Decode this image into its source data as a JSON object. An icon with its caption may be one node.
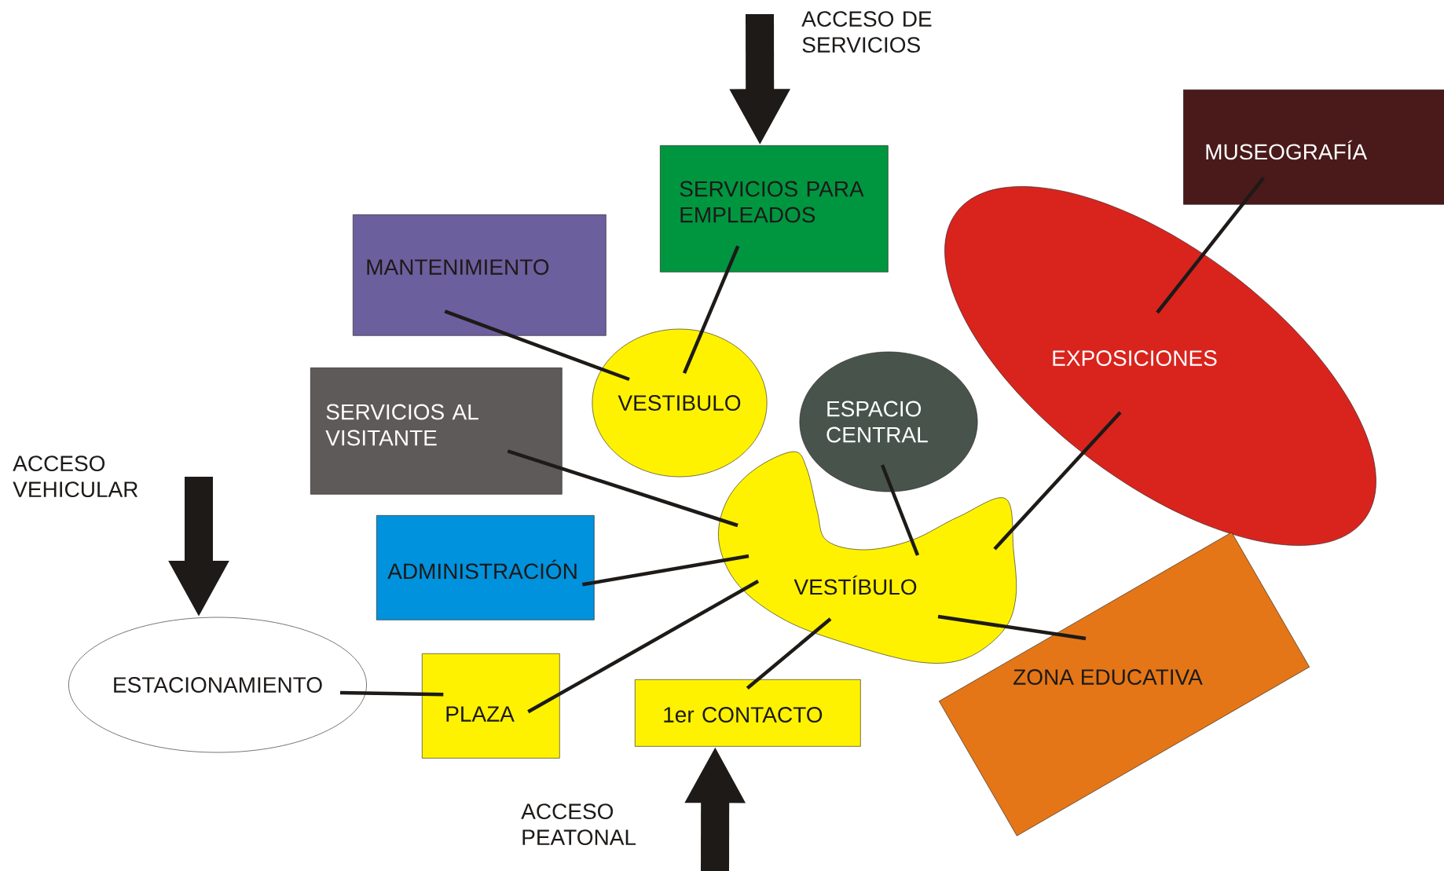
{
  "diagram": {
    "nodes": [
      {
        "text": [
          "SERVICIOS PARA EMPLEADOS"
        ]
      },
      {
        "text": [
          "MUSEOGRAFÍA"
        ]
      },
      {
        "text": [
          "MANTENIMIENTO"
        ]
      },
      {
        "text": [
          "EXPOSICIONES"
        ]
      },
      {
        "text": [
          "VESTIBULO"
        ]
      },
      {
        "text": [
          "ESPACIO CENTRAL"
        ]
      },
      {
        "text": [
          "SERVICIOS AL VISITANTE"
        ]
      },
      {
        "text": [
          "VESTÍBULO"
        ]
      },
      {
        "text": [
          "ADMINISTRACIÓN"
        ]
      },
      {
        "text": [
          "ZONA EDUCATIVA"
        ]
      },
      {
        "text": [
          "ESTACIONAMIENTO"
        ]
      },
      {
        "text": [
          "PLAZA"
        ]
      },
      {
        "text": [
          "1er CONTACTO"
        ]
      }
    ],
    "edges": [
      {
        "from": 2,
        "to": 4,
        "arrow": "none"
      },
      {
        "from": 0,
        "to": 4,
        "arrow": "none"
      },
      {
        "from": 1,
        "to": 3,
        "arrow": "none"
      },
      {
        "from": 6,
        "to": 7,
        "arrow": "none"
      },
      {
        "from": 5,
        "to": 7,
        "arrow": "none"
      },
      {
        "from": 3,
        "to": 7,
        "arrow": "none"
      },
      {
        "from": 8,
        "to": 7,
        "arrow": "none"
      },
      {
        "from": 11,
        "to": 7,
        "arrow": "none"
      },
      {
        "from": 12,
        "to": 7,
        "arrow": "none"
      },
      {
        "from": 7,
        "to": 9,
        "arrow": "none"
      },
      {
        "from": 10,
        "to": 11,
        "arrow": "none"
      },
      {
        "from": null,
        "to": 0,
        "arrow": "to",
        "style": "thick"
      },
      {
        "from": null,
        "to": 10,
        "arrow": "to",
        "style": "thick"
      },
      {
        "from": null,
        "to": 12,
        "arrow": "to",
        "style": "thick"
      }
    ],
    "labels": [
      "ACCESO DE SERVICIOS",
      "ACCESO VEHICULAR",
      "ACCESO PEATONAL"
    ]
  }
}
